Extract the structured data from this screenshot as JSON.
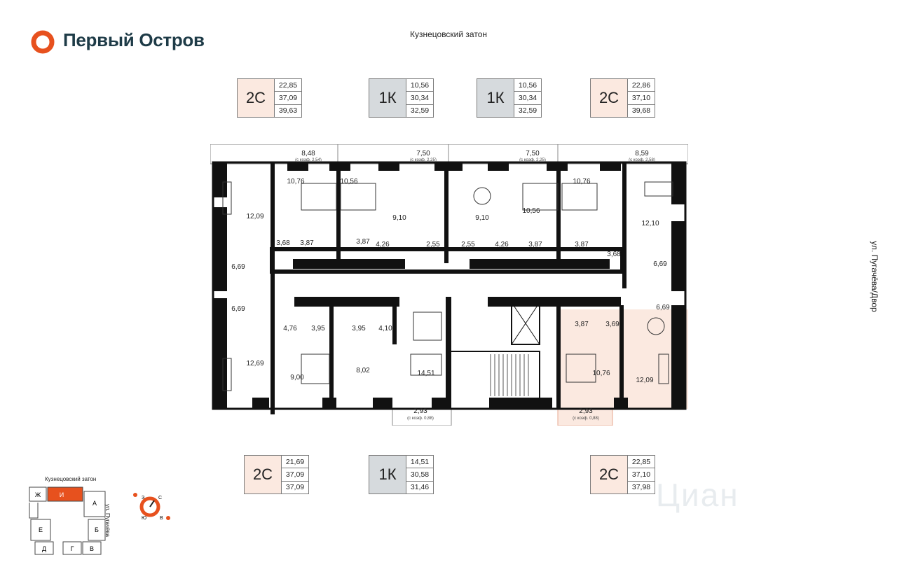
{
  "brand": {
    "name": "Первый Остров",
    "logo_color": "#e7511e",
    "text_color": "#1e3b47"
  },
  "streets": {
    "top": "Кузнецовский затон",
    "right": "ул. Пугачёва/Двор"
  },
  "cards_top": [
    {
      "code": "2С",
      "type": "2s",
      "values": [
        "22,85",
        "37,09",
        "39,63"
      ]
    },
    {
      "code": "1К",
      "type": "1k",
      "values": [
        "10,56",
        "30,34",
        "32,59"
      ]
    },
    {
      "code": "1К",
      "type": "1k",
      "values": [
        "10,56",
        "30,34",
        "32,59"
      ]
    },
    {
      "code": "2С",
      "type": "2s",
      "values": [
        "22,86",
        "37,10",
        "39,68"
      ]
    }
  ],
  "cards_bottom": [
    {
      "code": "2С",
      "type": "2s",
      "values": [
        "21,69",
        "37,09",
        "37,09"
      ]
    },
    {
      "code": "1К",
      "type": "1k",
      "values": [
        "14,51",
        "30,58",
        "31,46"
      ]
    },
    {
      "code": "2С",
      "type": "2s",
      "values": [
        "22,85",
        "37,10",
        "37,98"
      ]
    }
  ],
  "balconies": [
    {
      "area": "8,48",
      "coef": "(с коэф. 2,54)"
    },
    {
      "area": "7,50",
      "coef": "(с коэф. 2,25)"
    },
    {
      "area": "7,50",
      "coef": "(с коэф. 2,25)"
    },
    {
      "area": "8,59",
      "coef": "(с коэф. 2,58)"
    },
    {
      "area": "2,93",
      "coef": "(с коэф. 0,88)"
    },
    {
      "area": "2,93",
      "coef": "(с коэф. 0,88)"
    }
  ],
  "rooms": [
    "10,76",
    "12,09",
    "10,56",
    "9,10",
    "9,10",
    "10,56",
    "10,76",
    "12,10",
    "3,68",
    "3,87",
    "3,87",
    "4,26",
    "2,55",
    "2,55",
    "4,26",
    "3,87",
    "3,87",
    "3,68",
    "6,69",
    "6,69",
    "6,69",
    "6,69",
    "4,76",
    "3,95",
    "3,95",
    "4,10",
    "3,87",
    "3,69",
    "12,69",
    "9,00",
    "8,02",
    "14,51",
    "10,76",
    "12,09"
  ],
  "minimap": {
    "title": "Кузнецовский затон",
    "street": "ул. Пугачёва",
    "sections": [
      "Ж",
      "И",
      "А",
      "Е",
      "Б",
      "Д",
      "Г",
      "В"
    ],
    "active_section": "И",
    "active_color": "#e7511e",
    "compass": [
      "З",
      "С",
      "Ю",
      "В"
    ]
  },
  "watermark": "Циан",
  "colors": {
    "highlight": "#fbe9e0",
    "wall": "#111111",
    "card_1k": "#d6dadd",
    "card_2s": "#fbe9e0"
  }
}
